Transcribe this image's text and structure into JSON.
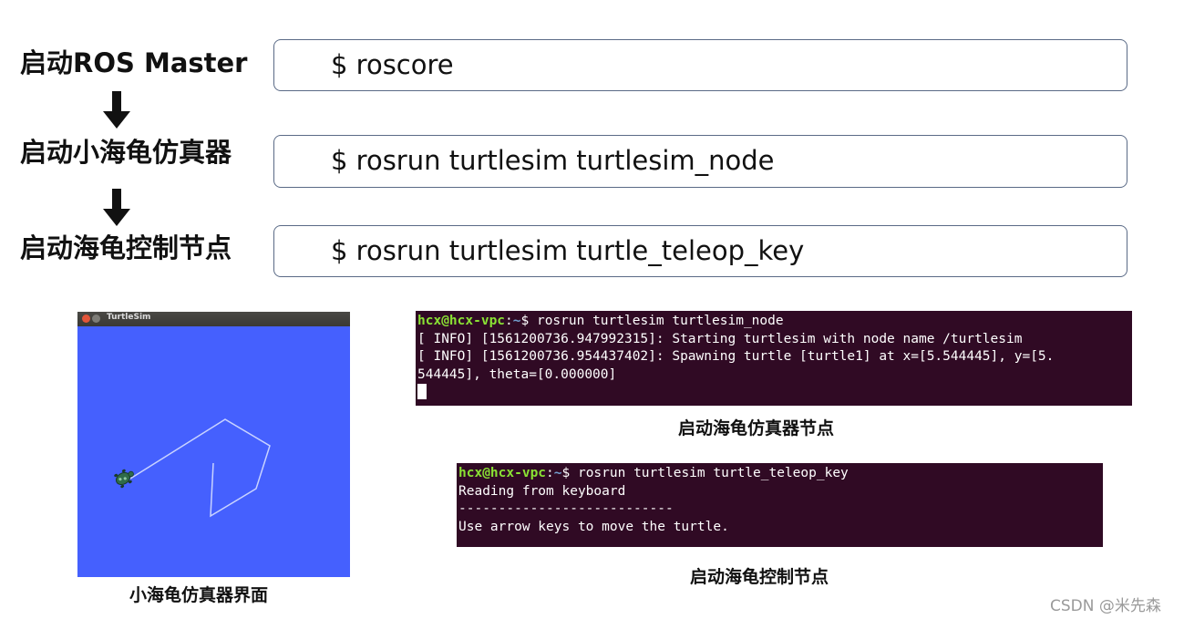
{
  "steps": [
    {
      "label": "启动ROS Master",
      "command": "$ roscore"
    },
    {
      "label": "启动小海龟仿真器",
      "command": "$ rosrun turtlesim turtlesim_node"
    },
    {
      "label": "启动海龟控制节点",
      "command": "$ rosrun turtlesim turtle_teleop_key"
    }
  ],
  "turtlesim": {
    "window_title": "TurtleSim",
    "caption": "小海龟仿真器界面",
    "background_color": "#4560fe",
    "icons": {
      "close": "close-icon",
      "minimize": "minimize-icon",
      "turtle": "turtle-icon"
    }
  },
  "terminal_sim": {
    "prompt_user": "hcx@hcx-vpc",
    "prompt_sep": ":",
    "prompt_path": "~",
    "prompt_end": "$ ",
    "command": "rosrun turtlesim turtlesim_node",
    "lines": [
      "[ INFO] [1561200736.947992315]: Starting turtlesim with node name /turtlesim",
      "[ INFO] [1561200736.954437402]: Spawning turtle [turtle1] at x=[5.544445], y=[5.",
      "544445], theta=[0.000000]"
    ],
    "caption": "启动海龟仿真器节点",
    "background_color": "#300a24"
  },
  "terminal_teleop": {
    "prompt_user": "hcx@hcx-vpc",
    "prompt_sep": ":",
    "prompt_path": "~",
    "prompt_end": "$ ",
    "command": "rosrun turtlesim turtle_teleop_key",
    "lines": [
      "Reading from keyboard",
      "---------------------------",
      "Use arrow keys to move the turtle."
    ],
    "caption": "启动海龟控制节点"
  },
  "watermark": "CSDN @米先森"
}
